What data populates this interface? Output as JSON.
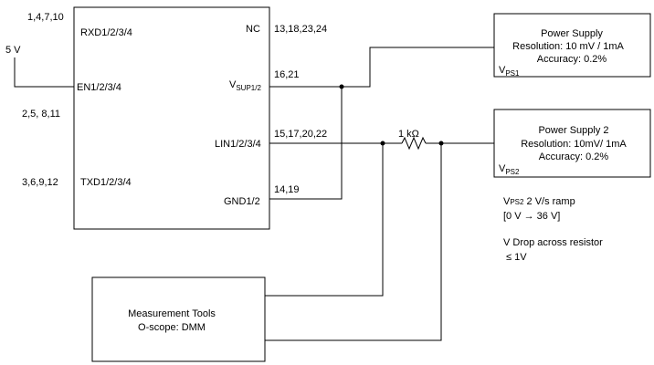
{
  "ic": {
    "pins_top_left": "1,4,7,10",
    "rxd_label": "RXD1/2/3/4",
    "nc_label": "NC",
    "pins_nc": "13,18,23,24",
    "v5_label": "5 V",
    "en_label": "EN1/2/3/4",
    "vsup_main": "V",
    "vsup_sub": "SUP1/2",
    "pins_vsup": "16,21",
    "pins_mid_left": "2,5,  8,11",
    "lin_label": "LIN1/2/3/4",
    "pins_lin": "15,17,20,22",
    "pins_bottom_left": "3,6,9,12",
    "txd_label": "TXD1/2/3/4",
    "gnd_label": "GND1/2",
    "pins_gnd": "14,19"
  },
  "ps1": {
    "title": "Power Supply",
    "resolution": "Resolution: 10 mV / 1mA",
    "accuracy": "Accuracy: 0.2%",
    "tag_main": "V",
    "tag_sub": "PS1"
  },
  "ps2": {
    "title": "Power Supply 2",
    "resolution": "Resolution: 10mV/ 1mA",
    "accuracy": "Accuracy: 0.2%",
    "tag_main": "V",
    "tag_sub": "PS2"
  },
  "resistor": {
    "label": "1 kΩ"
  },
  "notes": {
    "ramp_v": "V",
    "ramp_sub": "PS2",
    "ramp_rest": " 2 V/s ramp",
    "range": "[0 V → 36 V]",
    "drop_line1": "V Drop across resistor",
    "drop_line2": "≤ 1V"
  },
  "measurement": {
    "line1": "Measurement Tools",
    "line2": "O-scope: DMM"
  }
}
